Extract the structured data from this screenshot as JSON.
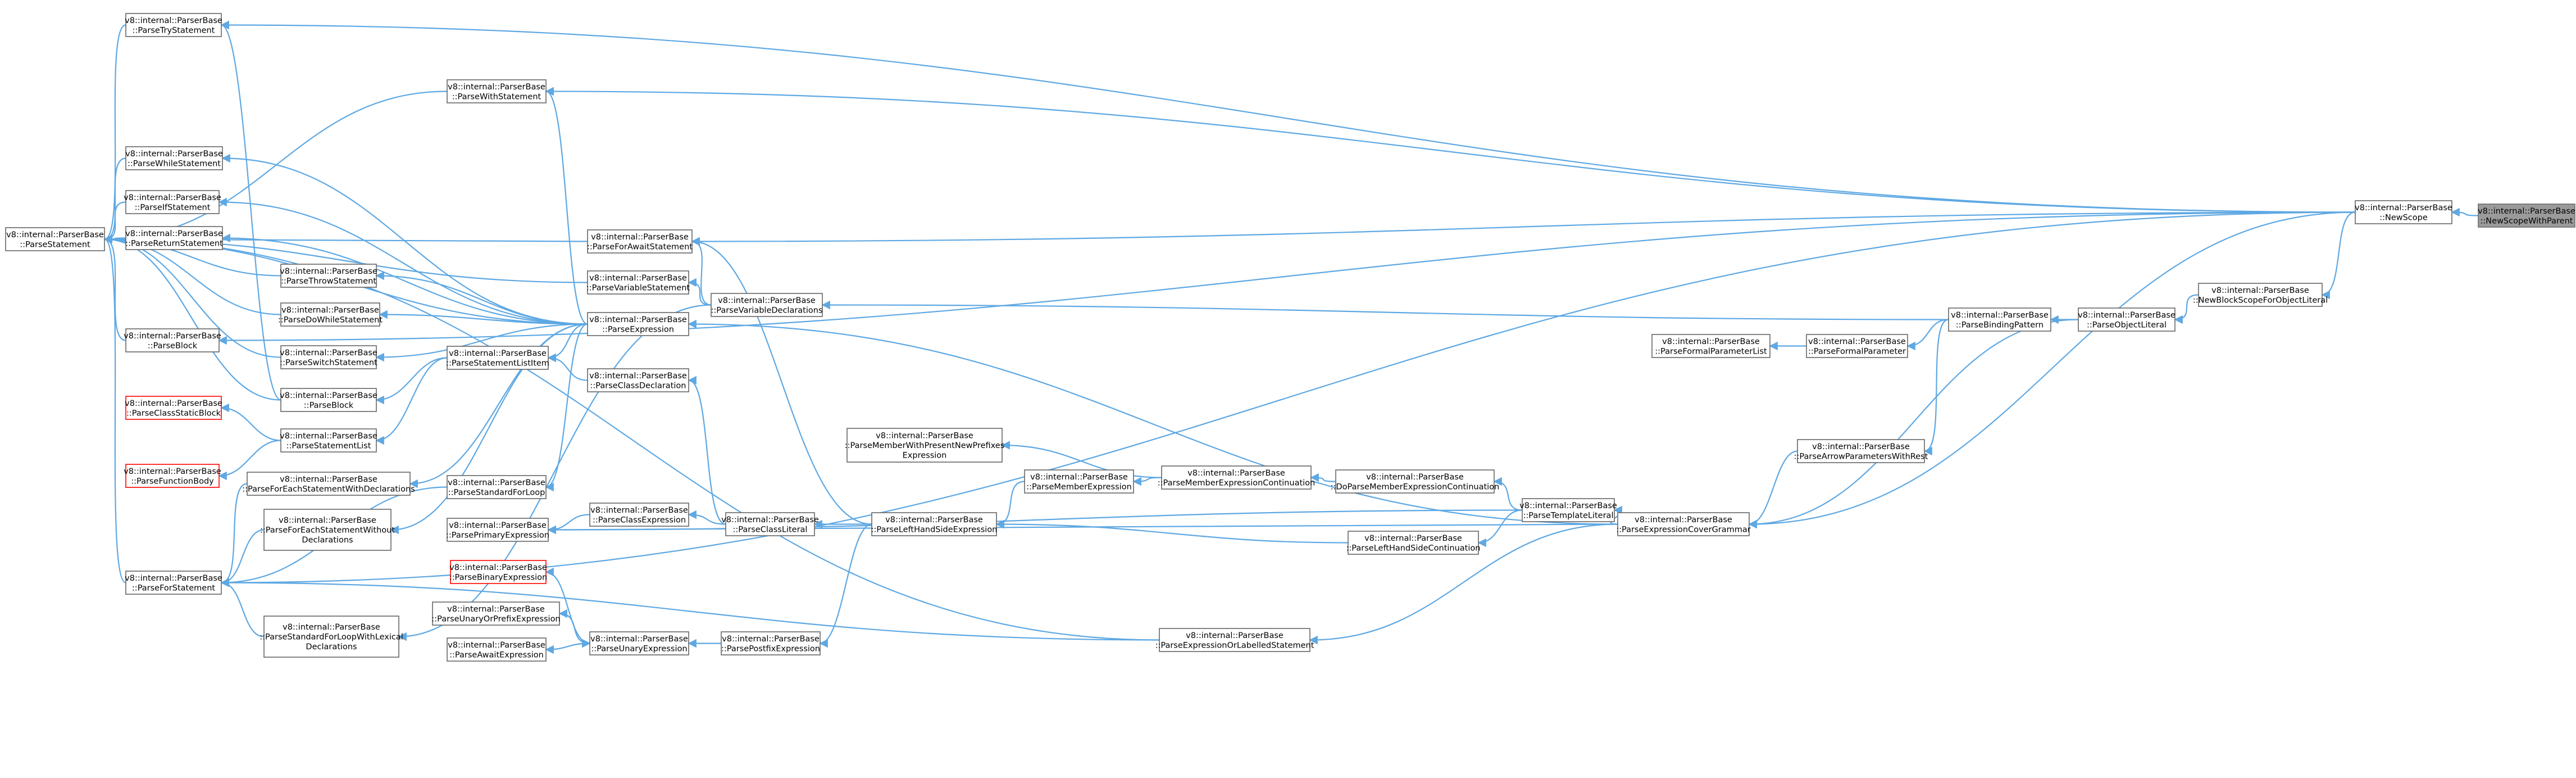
{
  "graph": {
    "colors": {
      "edge": "#5ea8e3",
      "node_border": "#666666",
      "root_fill": "#9a9a9a",
      "truncated_border": "#ff0000"
    },
    "nodes": [
      {
        "id": "NewScopeWithParent",
        "lines": [
          "v8::internal::ParserBase",
          "::NewScopeWithParent"
        ],
        "root": true
      },
      {
        "id": "NewScope",
        "lines": [
          "v8::internal::ParserBase",
          "::NewScope"
        ]
      },
      {
        "id": "NewBlockScopeForObjectLiteral",
        "lines": [
          "v8::internal::ParserBase",
          "::NewBlockScopeForObjectLiteral"
        ]
      },
      {
        "id": "ParseObjectLiteral",
        "lines": [
          "v8::internal::ParserBase",
          "::ParseObjectLiteral"
        ]
      },
      {
        "id": "ParseBindingPattern",
        "lines": [
          "v8::internal::ParserBase",
          "::ParseBindingPattern"
        ]
      },
      {
        "id": "ParseFormalParameter",
        "lines": [
          "v8::internal::ParserBase",
          "::ParseFormalParameter"
        ]
      },
      {
        "id": "ParseFormalParameterList",
        "lines": [
          "v8::internal::ParserBase",
          "::ParseFormalParameterList"
        ]
      },
      {
        "id": "ParseArrowParametersWithRest",
        "lines": [
          "v8::internal::ParserBase",
          "::ParseArrowParametersWithRest"
        ]
      },
      {
        "id": "ParseExpressionCoverGrammar",
        "lines": [
          "v8::internal::ParserBase",
          "::ParseExpressionCoverGrammar"
        ]
      },
      {
        "id": "ParseTemplateLiteral",
        "lines": [
          "v8::internal::ParserBase",
          "::ParseTemplateLiteral"
        ]
      },
      {
        "id": "DoParseMemberExpressionContinuation",
        "lines": [
          "v8::internal::ParserBase",
          "::DoParseMemberExpressionContinuation"
        ]
      },
      {
        "id": "ParseLeftHandSideContinuation",
        "lines": [
          "v8::internal::ParserBase",
          "::ParseLeftHandSideContinuation"
        ]
      },
      {
        "id": "ParseExpressionOrLabelledStatement",
        "lines": [
          "v8::internal::ParserBase",
          "::ParseExpressionOrLabelledStatement"
        ]
      },
      {
        "id": "ParseMemberExpressionContinuation",
        "lines": [
          "v8::internal::ParserBase",
          "::ParseMemberExpressionContinuation"
        ]
      },
      {
        "id": "ParseMemberExpression",
        "lines": [
          "v8::internal::ParserBase",
          "::ParseMemberExpression"
        ]
      },
      {
        "id": "ParseMemberWithPresentNewPrefixesExpression",
        "lines": [
          "v8::internal::ParserBase",
          "::ParseMemberWithPresentNewPrefixes",
          "Expression"
        ]
      },
      {
        "id": "ParseLeftHandSideExpression",
        "lines": [
          "v8::internal::ParserBase",
          "::ParseLeftHandSideExpression"
        ]
      },
      {
        "id": "ParsePostfixExpression",
        "lines": [
          "v8::internal::ParserBase",
          "::ParsePostfixExpression"
        ]
      },
      {
        "id": "ParseClassLiteral",
        "lines": [
          "v8::internal::ParserBase",
          "::ParseClassLiteral"
        ]
      },
      {
        "id": "ParseClassExpression",
        "lines": [
          "v8::internal::ParserBase",
          "::ParseClassExpression"
        ]
      },
      {
        "id": "ParseClassDeclaration",
        "lines": [
          "v8::internal::ParserBase",
          "::ParseClassDeclaration"
        ]
      },
      {
        "id": "ParseExpression",
        "lines": [
          "v8::internal::ParserBase",
          "::ParseExpression"
        ]
      },
      {
        "id": "ParseVariableDeclarations",
        "lines": [
          "v8::internal::ParserBase",
          "::ParseVariableDeclarations"
        ]
      },
      {
        "id": "ParseVariableStatement",
        "lines": [
          "v8::internal::ParserBase",
          "::ParseVariableStatement"
        ]
      },
      {
        "id": "ParseForAwaitStatement",
        "lines": [
          "v8::internal::ParserBase",
          "::ParseForAwaitStatement"
        ]
      },
      {
        "id": "ParseUnaryExpression",
        "lines": [
          "v8::internal::ParserBase",
          "::ParseUnaryExpression"
        ]
      },
      {
        "id": "ParseUnaryOrPrefixExpression",
        "lines": [
          "v8::internal::ParserBase",
          "::ParseUnaryOrPrefixExpression"
        ]
      },
      {
        "id": "ParseAwaitExpression",
        "lines": [
          "v8::internal::ParserBase",
          "::ParseAwaitExpression"
        ]
      },
      {
        "id": "ParseBinaryExpression",
        "lines": [
          "v8::internal::ParserBase",
          "::ParseBinaryExpression"
        ],
        "truncated": true
      },
      {
        "id": "ParsePrimaryExpression",
        "lines": [
          "v8::internal::ParserBase",
          "::ParsePrimaryExpression"
        ]
      },
      {
        "id": "ParseStandardForLoop",
        "lines": [
          "v8::internal::ParserBase",
          "::ParseStandardForLoop"
        ]
      },
      {
        "id": "ParseStatementListItem",
        "lines": [
          "v8::internal::ParserBase",
          "::ParseStatementListItem"
        ]
      },
      {
        "id": "ParseWithStatement",
        "lines": [
          "v8::internal::ParserBase",
          "::ParseWithStatement"
        ]
      },
      {
        "id": "ParseThrowStatement",
        "lines": [
          "v8::internal::ParserBase",
          "::ParseThrowStatement"
        ]
      },
      {
        "id": "ParseDoWhileStatement",
        "lines": [
          "v8::internal::ParserBase",
          "::ParseDoWhileStatement"
        ]
      },
      {
        "id": "ParseSwitchStatement",
        "lines": [
          "v8::internal::ParserBase",
          "::ParseSwitchStatement"
        ]
      },
      {
        "id": "ParseBlock2",
        "lines": [
          "v8::internal::ParserBase",
          "::ParseBlock"
        ]
      },
      {
        "id": "ParseStatementList",
        "lines": [
          "v8::internal::ParserBase",
          "::ParseStatementList"
        ]
      },
      {
        "id": "ParseForEachStatementWithDeclarations",
        "lines": [
          "v8::internal::ParserBase",
          "::ParseForEachStatementWithDeclarations"
        ]
      },
      {
        "id": "ParseForEachStatementWithoutDeclarations",
        "lines": [
          "v8::internal::ParserBase",
          "::ParseForEachStatementWithout",
          "Declarations"
        ]
      },
      {
        "id": "ParseStandardForLoopWithLexicalDeclarations",
        "lines": [
          "v8::internal::ParserBase",
          "::ParseStandardForLoopWithLexical",
          "Declarations"
        ]
      },
      {
        "id": "ParseTryStatement",
        "lines": [
          "v8::internal::ParserBase",
          "::ParseTryStatement"
        ]
      },
      {
        "id": "ParseWhileStatement",
        "lines": [
          "v8::internal::ParserBase",
          "::ParseWhileStatement"
        ]
      },
      {
        "id": "ParseIfStatement",
        "lines": [
          "v8::internal::ParserBase",
          "::ParseIfStatement"
        ]
      },
      {
        "id": "ParseReturnStatement",
        "lines": [
          "v8::internal::ParserBase",
          "::ParseReturnStatement"
        ]
      },
      {
        "id": "ParseBlock1",
        "lines": [
          "v8::internal::ParserBase",
          "::ParseBlock"
        ]
      },
      {
        "id": "ParseClassStaticBlock",
        "lines": [
          "v8::internal::ParserBase",
          "::ParseClassStaticBlock"
        ],
        "truncated": true
      },
      {
        "id": "ParseFunctionBody",
        "lines": [
          "v8::internal::ParserBase",
          "::ParseFunctionBody"
        ],
        "truncated": true
      },
      {
        "id": "ParseForStatement",
        "lines": [
          "v8::internal::ParserBase",
          "::ParseForStatement"
        ]
      },
      {
        "id": "ParseStatement",
        "lines": [
          "v8::internal::ParserBase",
          "::ParseStatement"
        ]
      }
    ],
    "edges": [
      [
        "NewScope",
        "NewScopeWithParent"
      ],
      [
        "NewBlockScopeForObjectLiteral",
        "NewScope"
      ],
      [
        "ParseObjectLiteral",
        "NewBlockScopeForObjectLiteral"
      ],
      [
        "ParseBindingPattern",
        "ParseObjectLiteral"
      ],
      [
        "ParseFormalParameter",
        "ParseBindingPattern"
      ],
      [
        "ParseFormalParameterList",
        "ParseFormalParameter"
      ],
      [
        "ParseArrowParametersWithRest",
        "ParseBindingPattern"
      ],
      [
        "ParseExpressionCoverGrammar",
        "ParseArrowParametersWithRest"
      ],
      [
        "ParseExpressionCoverGrammar",
        "ParseObjectLiteral"
      ],
      [
        "ParseExpressionCoverGrammar",
        "NewScope"
      ],
      [
        "ParseTemplateLiteral",
        "ParseExpressionCoverGrammar"
      ],
      [
        "DoParseMemberExpressionContinuation",
        "ParseTemplateLiteral"
      ],
      [
        "ParseLeftHandSideContinuation",
        "ParseTemplateLiteral"
      ],
      [
        "ParseExpressionOrLabelledStatement",
        "ParseExpressionCoverGrammar"
      ],
      [
        "ParseMemberExpressionContinuation",
        "DoParseMemberExpressionContinuation"
      ],
      [
        "ParseMemberExpression",
        "ParseMemberExpressionContinuation"
      ],
      [
        "ParseMemberWithPresentNewPrefixesExpression",
        "ParseMemberExpressionContinuation"
      ],
      [
        "ParseLeftHandSideExpression",
        "ParseMemberExpression"
      ],
      [
        "ParseLeftHandSideExpression",
        "ParseLeftHandSideContinuation"
      ],
      [
        "ParsePostfixExpression",
        "ParseLeftHandSideExpression"
      ],
      [
        "ParseClassLiteral",
        "ParseLeftHandSideExpression"
      ],
      [
        "ParseClassExpression",
        "ParseClassLiteral"
      ],
      [
        "ParseClassDeclaration",
        "ParseClassLiteral"
      ],
      [
        "ParseExpression",
        "ParseExpressionCoverGrammar"
      ],
      [
        "ParseVariableDeclarations",
        "ParseBindingPattern"
      ],
      [
        "ParseVariableStatement",
        "ParseVariableDeclarations"
      ],
      [
        "ParseForAwaitStatement",
        "ParseVariableDeclarations"
      ],
      [
        "ParseForAwaitStatement",
        "NewScope"
      ],
      [
        "ParseForAwaitStatement",
        "ParseLeftHandSideExpression"
      ],
      [
        "ParseUnaryExpression",
        "ParsePostfixExpression"
      ],
      [
        "ParseUnaryOrPrefixExpression",
        "ParseUnaryExpression"
      ],
      [
        "ParseUnaryExpression",
        "ParseUnaryOrPrefixExpression"
      ],
      [
        "ParseAwaitExpression",
        "ParseUnaryExpression"
      ],
      [
        "ParseUnaryExpression",
        "ParseAwaitExpression"
      ],
      [
        "ParseBinaryExpression",
        "ParseUnaryExpression"
      ],
      [
        "ParsePrimaryExpression",
        "ParseClassExpression"
      ],
      [
        "ParsePrimaryExpression",
        "ParseTemplateLiteral"
      ],
      [
        "ParsePrimaryExpression",
        "ParseExpressionCoverGrammar"
      ],
      [
        "ParseStandardForLoop",
        "ParseExpression"
      ],
      [
        "ParseStatementListItem",
        "ParseClassDeclaration"
      ],
      [
        "ParseStatementListItem",
        "ParseExpression"
      ],
      [
        "ParseWithStatement",
        "ParseExpression"
      ],
      [
        "ParseWithStatement",
        "NewScope"
      ],
      [
        "ParseThrowStatement",
        "ParseExpression"
      ],
      [
        "ParseDoWhileStatement",
        "ParseExpression"
      ],
      [
        "ParseSwitchStatement",
        "ParseExpression"
      ],
      [
        "ParseBlock2",
        "ParseStatementListItem"
      ],
      [
        "ParseStatementList",
        "ParseStatementListItem"
      ],
      [
        "ParseForEachStatementWithDeclarations",
        "ParseExpression"
      ],
      [
        "ParseForEachStatementWithoutDeclarations",
        "ParseExpression"
      ],
      [
        "ParseStandardForLoopWithLexicalDeclarations",
        "ParseVariableDeclarations"
      ],
      [
        "ParseTryStatement",
        "NewScope"
      ],
      [
        "ParseTryStatement",
        "ParseBlock2"
      ],
      [
        "ParseWhileStatement",
        "ParseExpression"
      ],
      [
        "ParseIfStatement",
        "ParseExpression"
      ],
      [
        "ParseReturnStatement",
        "ParseExpression"
      ],
      [
        "ParseBlock1",
        "NewScope"
      ],
      [
        "ParseClassStaticBlock",
        "ParseStatementList"
      ],
      [
        "ParseFunctionBody",
        "ParseStatementList"
      ],
      [
        "ParseForStatement",
        "ParseForEachStatementWithDeclarations"
      ],
      [
        "ParseForStatement",
        "ParseForEachStatementWithoutDeclarations"
      ],
      [
        "ParseForStatement",
        "ParseStandardForLoopWithLexicalDeclarations"
      ],
      [
        "ParseForStatement",
        "ParseStandardForLoop"
      ],
      [
        "ParseForStatement",
        "ParseExpressionOrLabelledStatement"
      ],
      [
        "ParseForStatement",
        "NewScope"
      ],
      [
        "ParseStatement",
        "ParseTryStatement"
      ],
      [
        "ParseStatement",
        "ParseWithStatement"
      ],
      [
        "ParseStatement",
        "ParseWhileStatement"
      ],
      [
        "ParseStatement",
        "ParseIfStatement"
      ],
      [
        "ParseStatement",
        "ParseReturnStatement"
      ],
      [
        "ParseStatement",
        "ParseThrowStatement"
      ],
      [
        "ParseStatement",
        "ParseDoWhileStatement"
      ],
      [
        "ParseStatement",
        "ParseBlock1"
      ],
      [
        "ParseStatement",
        "ParseSwitchStatement"
      ],
      [
        "ParseStatement",
        "ParseBlock2"
      ],
      [
        "ParseStatement",
        "ParseForStatement"
      ],
      [
        "ParseStatement",
        "ParseExpressionOrLabelledStatement"
      ],
      [
        "ParseStatement",
        "ParseVariableStatement"
      ],
      [
        "ParseStatement",
        "ParseForAwaitStatement"
      ],
      [
        "ParseStatement",
        "ParseExpression"
      ]
    ]
  }
}
